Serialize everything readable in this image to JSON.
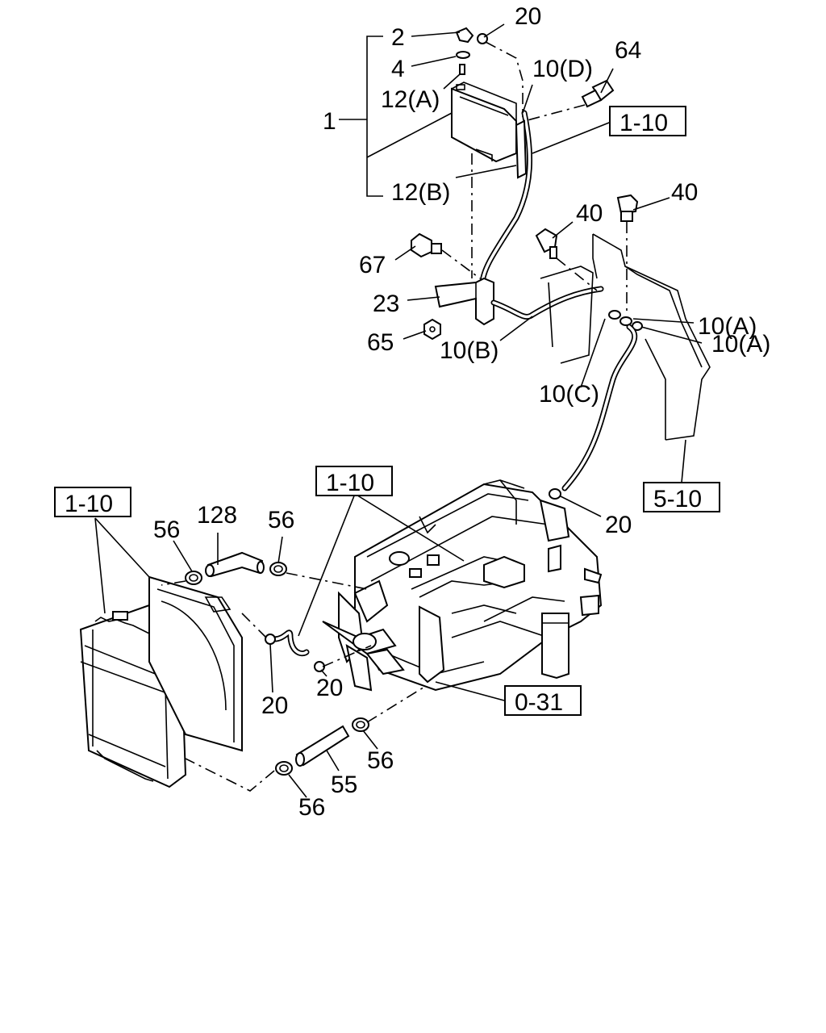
{
  "callouts": {
    "p1": "1",
    "p2": "2",
    "p4": "4",
    "p12a": "12(A)",
    "p12b": "12(B)",
    "p20a": "20",
    "p10d": "10(D)",
    "p64": "64",
    "p40a": "40",
    "p40b": "40",
    "p67": "67",
    "p23": "23",
    "p65": "65",
    "p10b": "10(B)",
    "p10a1": "10(A)",
    "p10a2": "10(A)",
    "p10c": "10(C)",
    "p20b": "20",
    "p128": "128",
    "p56a": "56",
    "p56b": "56",
    "p20c": "20",
    "p20d": "20",
    "p55": "55",
    "p56c": "56",
    "p56d": "56"
  },
  "refs": {
    "r1": "1-10",
    "r2": "1-10",
    "r3": "1-10",
    "r4": "5-10",
    "r5": "0-31"
  }
}
